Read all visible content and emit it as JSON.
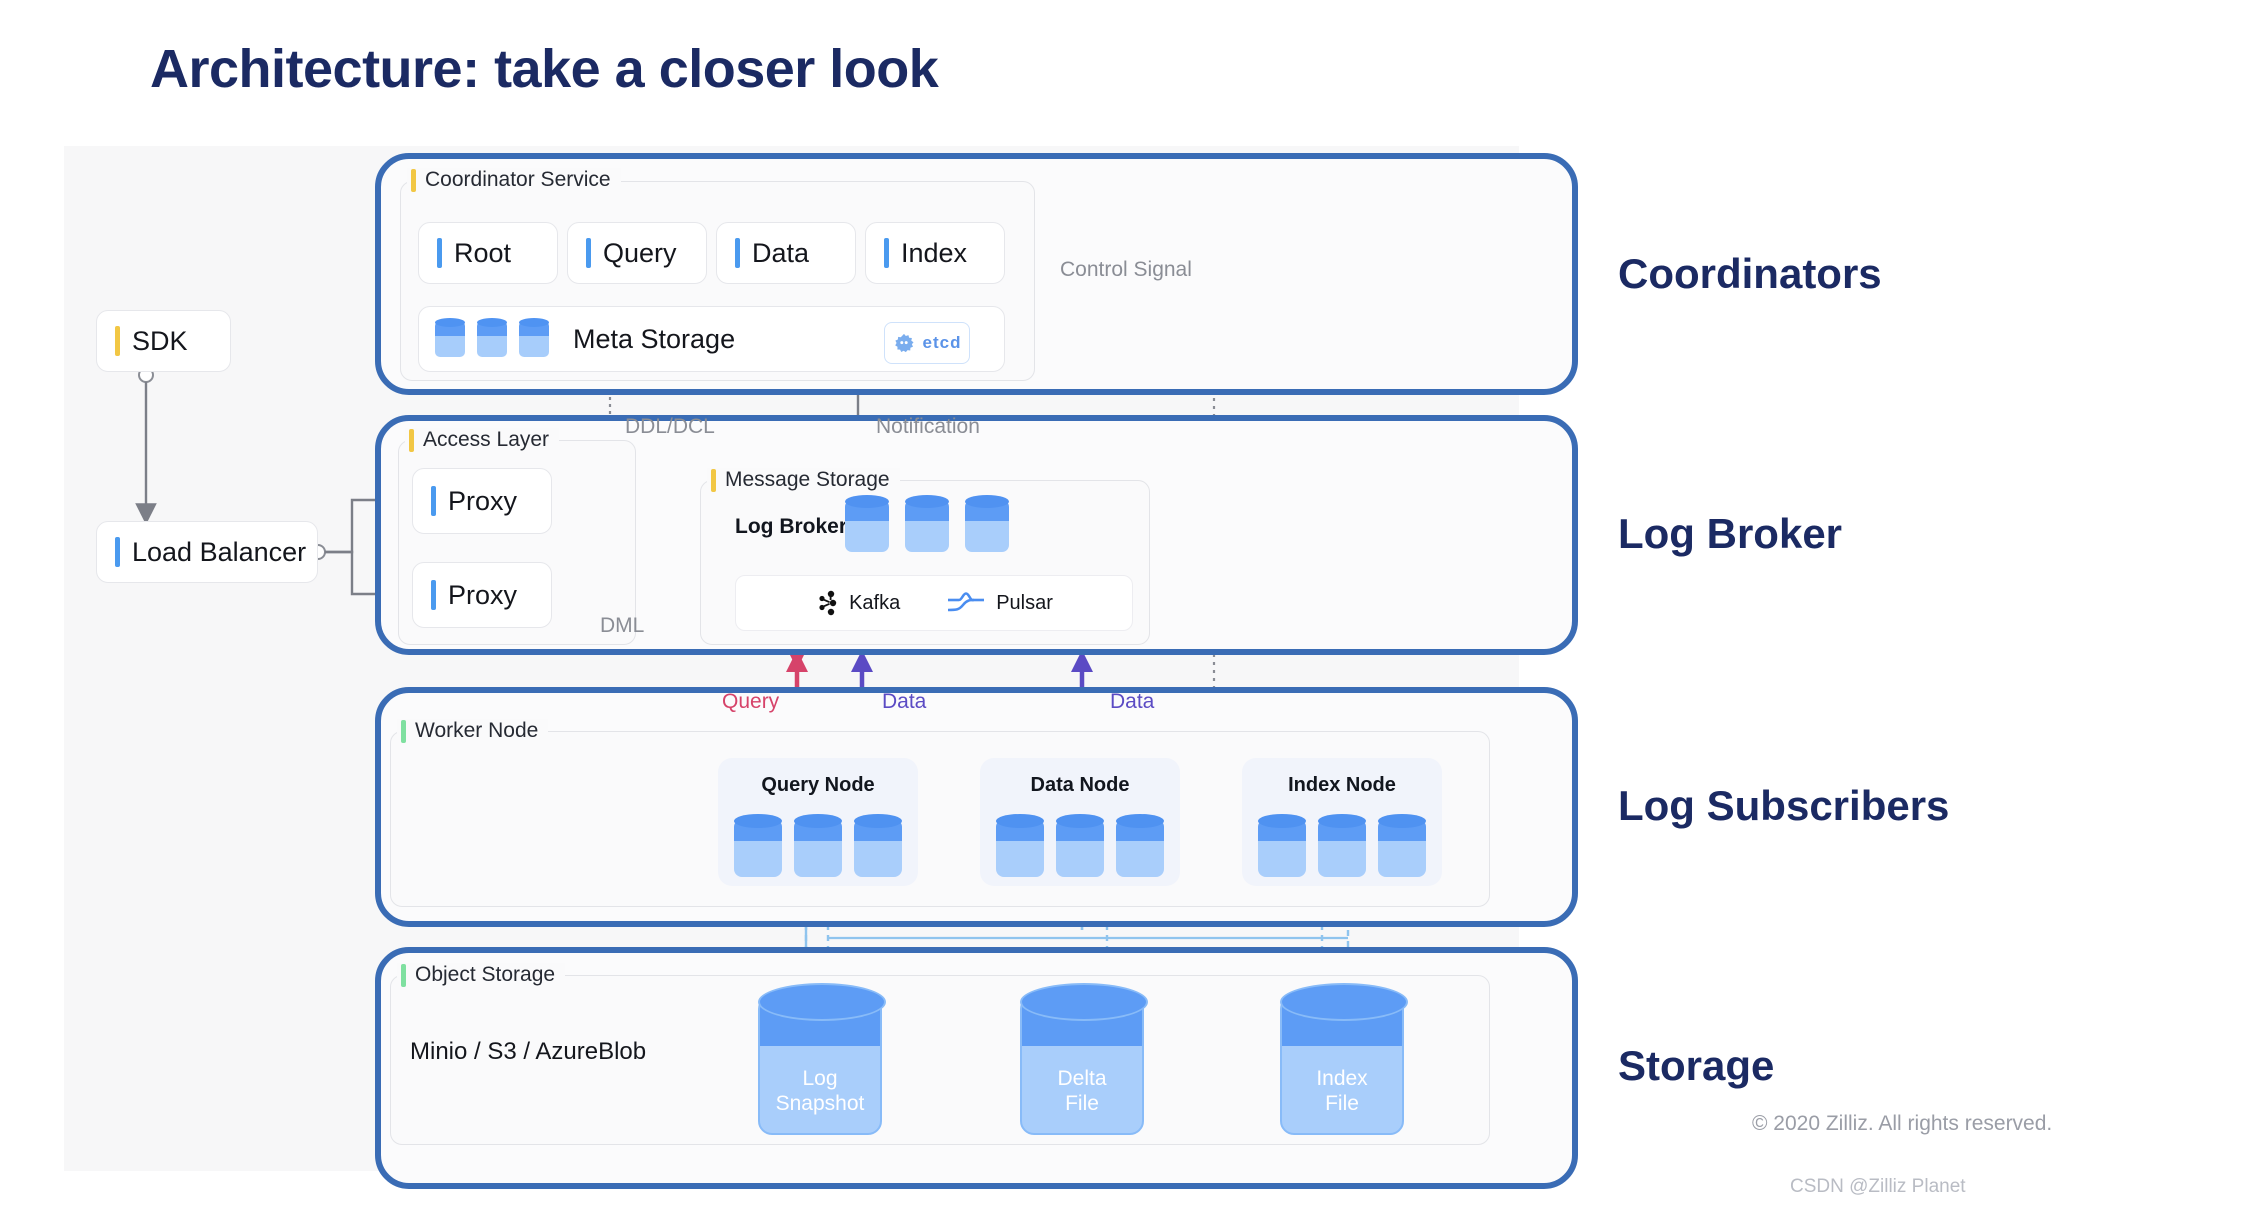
{
  "title": "Architecture: take a closer look",
  "colors": {
    "tier_border": "#3a6cb5",
    "title": "#1b2a63",
    "query_arrow": "#d6436a",
    "data_arrow": "#5b4bc4",
    "cylinder": "#5d9cf5",
    "tick_yellow": "#f2c744",
    "tick_green": "#7fe0a0",
    "tick_blue": "#4a9aef"
  },
  "left_column": {
    "sdk": "SDK",
    "load_balancer": "Load Balancer"
  },
  "tiers": [
    {
      "caption": "Coordinators"
    },
    {
      "caption": "Log Broker"
    },
    {
      "caption": "Log Subscribers"
    },
    {
      "caption": "Storage"
    }
  ],
  "coordinator_service": {
    "label": "Coordinator Service",
    "services": [
      "Root",
      "Query",
      "Data",
      "Index"
    ],
    "meta_storage": {
      "label": "Meta Storage",
      "badge": "etcd"
    }
  },
  "access_layer": {
    "label": "Access Layer",
    "proxies": [
      "Proxy",
      "Proxy"
    ]
  },
  "message_storage": {
    "label": "Message Storage",
    "log_broker_label": "Log Broker",
    "vendors": [
      "Kafka",
      "Pulsar"
    ]
  },
  "worker_node": {
    "label": "Worker Node",
    "nodes": [
      "Query Node",
      "Data Node",
      "Index Node"
    ]
  },
  "object_storage": {
    "label": "Object Storage",
    "providers": "Minio / S3 / AzureBlob",
    "files": [
      "Log\nSnapshot",
      "Delta\nFile",
      "Index\nFile"
    ],
    "files_line1": [
      "Log",
      "Delta",
      "Index"
    ],
    "files_line2": [
      "Snapshot",
      "File",
      "File"
    ]
  },
  "flow_labels": {
    "control_signal": "Control Signal",
    "ddl_dcl": "DDL/DCL",
    "notification": "Notification",
    "dml": "DML",
    "query": "Query",
    "data_left": "Data",
    "data_right": "Data"
  },
  "footer": {
    "copyright": "© 2020 Zilliz. All rights reserved.",
    "watermark": "CSDN @Zilliz Planet"
  }
}
